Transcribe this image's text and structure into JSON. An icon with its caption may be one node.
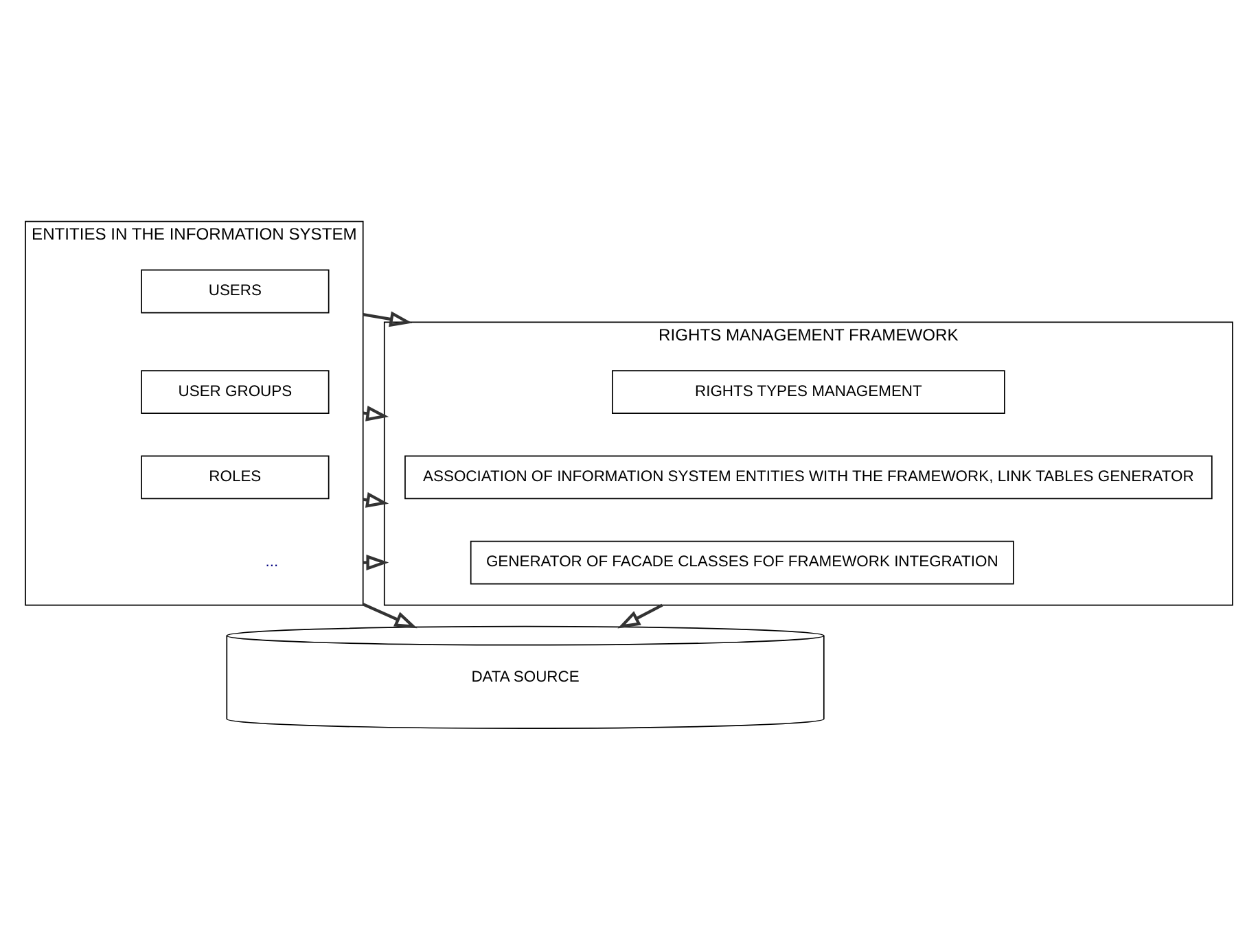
{
  "diagram": {
    "nodes": [
      {
        "text": [
          "ENTITIES IN THE INFORMATION SYSTEM"
        ]
      },
      {
        "text": [
          "USERS"
        ],
        "in": 0
      },
      {
        "text": [
          "USER GROUPS"
        ],
        "in": 0
      },
      {
        "text": [
          "ROLES"
        ],
        "in": 0
      },
      {
        "text": [
          "..."
        ],
        "in": 0
      },
      {
        "text": [
          "RIGHTS MANAGEMENT FRAMEWORK"
        ]
      },
      {
        "text": [
          "RIGHTS TYPES MANAGEMENT"
        ],
        "in": 5
      },
      {
        "text": [
          "ASSOCIATION OF INFORMATION SYSTEM ENTITIES WITH THE FRAMEWORK, LINK TABLES GENERATOR"
        ],
        "in": 5
      },
      {
        "text": [
          "GENERATOR OF FACADE CLASSES FOF FRAMEWORK INTEGRATION"
        ],
        "in": 5
      },
      {
        "text": [
          "DATA SOURCE"
        ]
      }
    ],
    "edges": [
      {
        "from": 0,
        "to": 5,
        "arrow": "to"
      },
      {
        "from": 0,
        "to": 5,
        "arrow": "to"
      },
      {
        "from": 0,
        "to": 5,
        "arrow": "to"
      },
      {
        "from": 0,
        "to": 5,
        "arrow": "to"
      },
      {
        "from": 0,
        "to": 9,
        "arrow": "to"
      },
      {
        "from": 5,
        "to": 9,
        "arrow": "to"
      }
    ]
  }
}
